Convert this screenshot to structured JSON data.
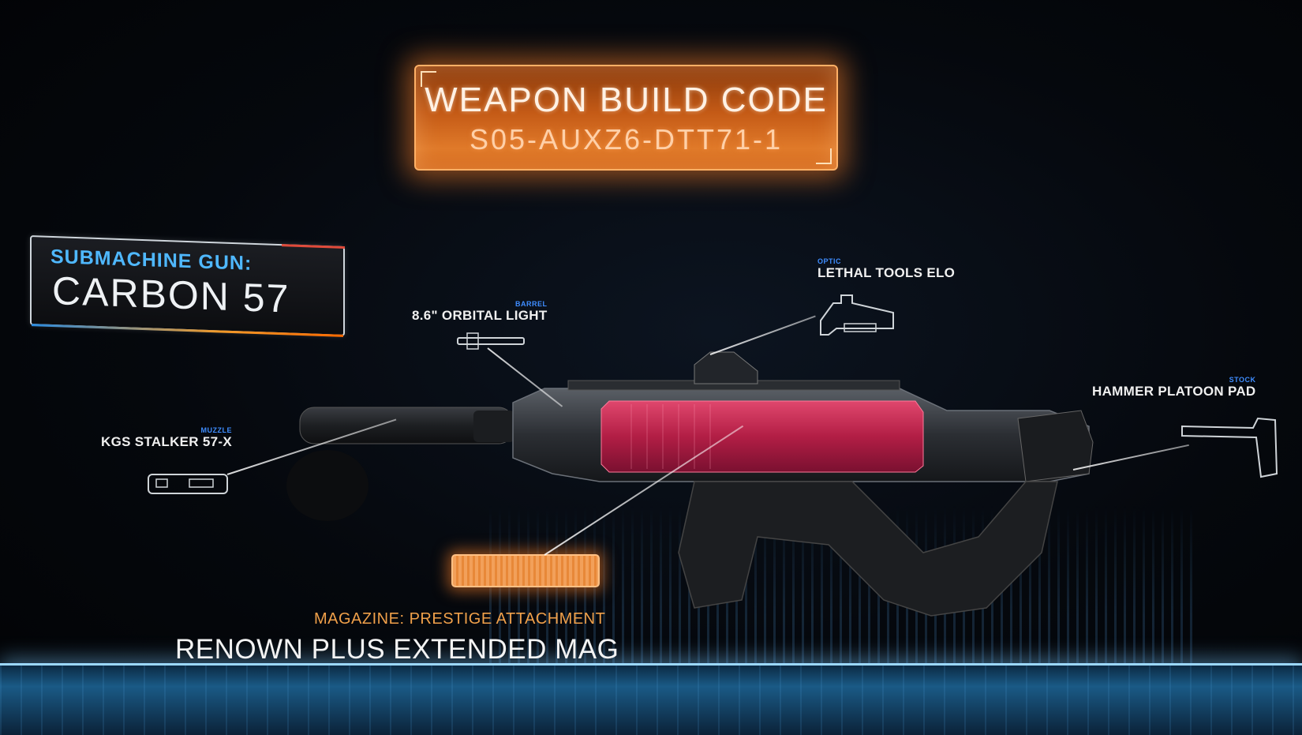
{
  "build_code_panel": {
    "title": "WEAPON BUILD CODE",
    "code": "S05-AUXZ6-DTT71-1",
    "accent_color": "#e07a2a"
  },
  "weapon": {
    "category": "SUBMACHINE GUN:",
    "name": "CARBON 57",
    "category_color": "#4fb8ff"
  },
  "attachments": [
    {
      "slot": "MUZZLE",
      "name": "KGS STALKER 57-X",
      "icon": "muzzle-icon"
    },
    {
      "slot": "BARREL",
      "name": "8.6\" ORBITAL LIGHT",
      "icon": "barrel-icon"
    },
    {
      "slot": "OPTIC",
      "name": "LETHAL TOOLS ELO",
      "icon": "optic-icon"
    },
    {
      "slot": "STOCK",
      "name": "HAMMER PLATOON PAD",
      "icon": "stock-icon"
    }
  ],
  "magazine": {
    "label": "MAGAZINE: PRESTIGE ATTACHMENT",
    "name": "RENOWN PLUS EXTENDED MAG",
    "icon": "magazine-icon",
    "highlight_color": "#f0a04a"
  }
}
